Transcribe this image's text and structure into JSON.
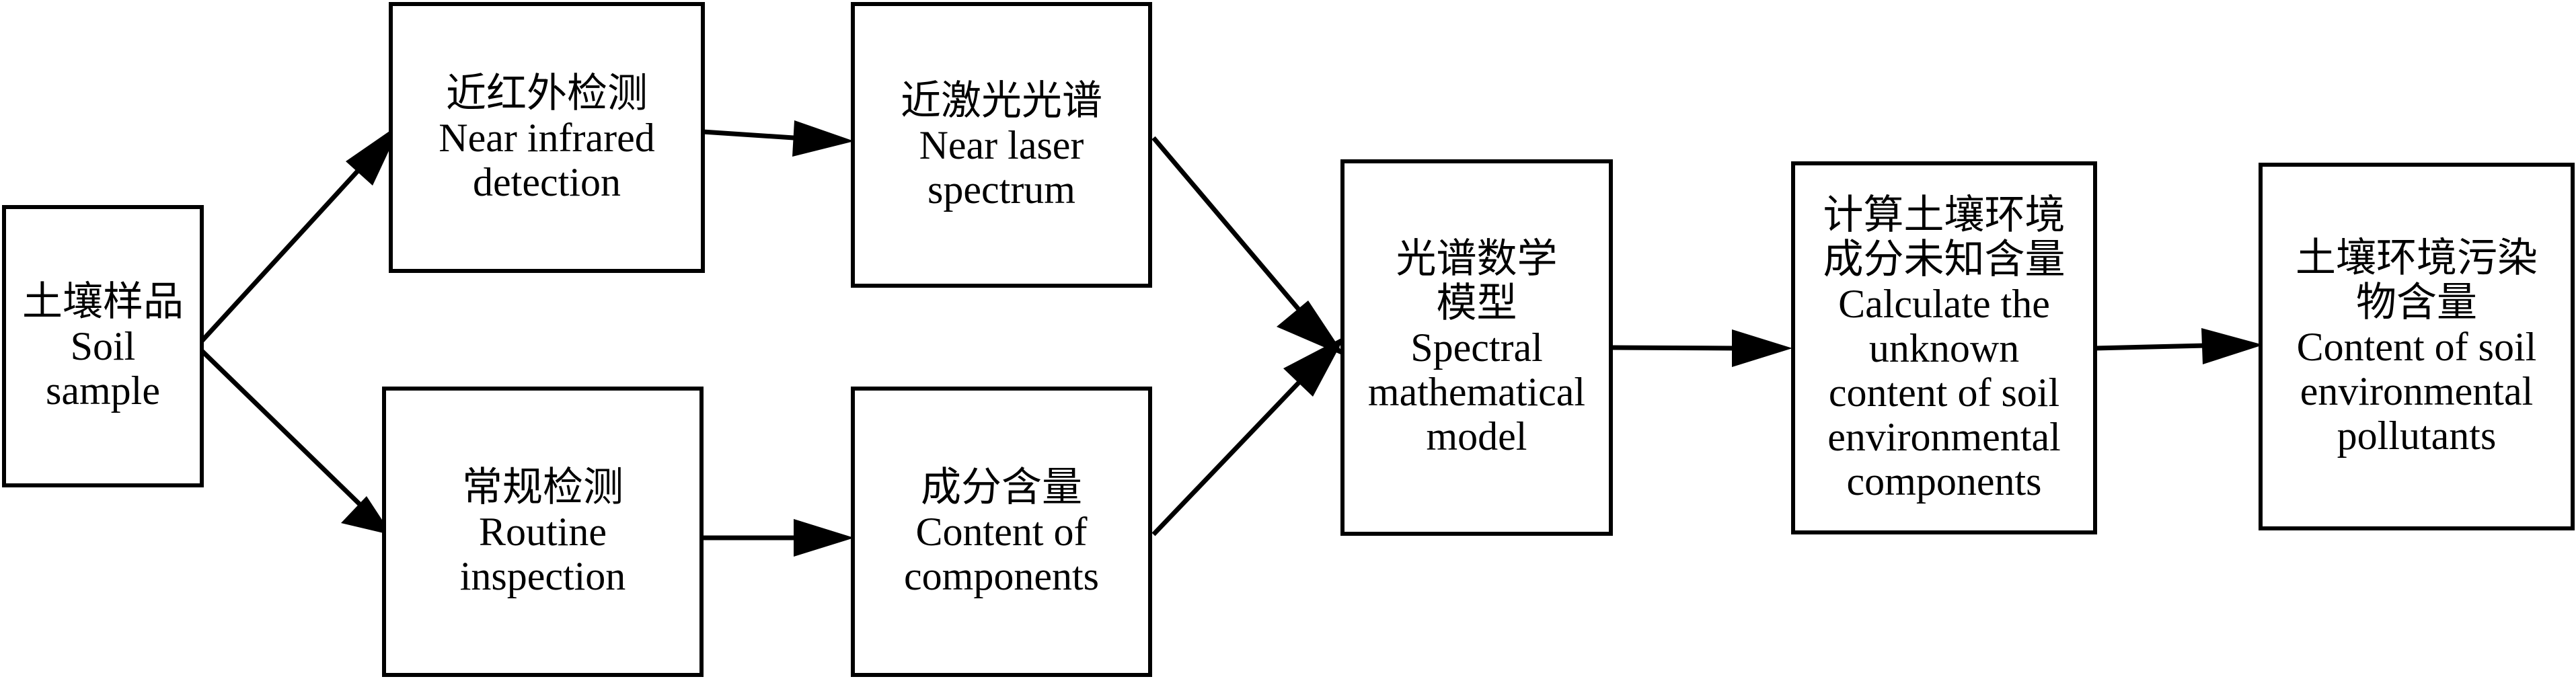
{
  "nodes": {
    "soil_sample": {
      "zh": "土壤样品",
      "en": [
        "Soil",
        "sample"
      ]
    },
    "near_infrared": {
      "zh": "近红外检测",
      "en": [
        "Near infrared",
        "detection"
      ]
    },
    "near_laser": {
      "zh": "近激光光谱",
      "en": [
        "Near laser",
        "spectrum"
      ]
    },
    "routine": {
      "zh": "常规检测",
      "en": [
        "Routine",
        "inspection"
      ]
    },
    "components": {
      "zh": "成分含量",
      "en": [
        "Content of",
        "components"
      ]
    },
    "spectral_model": {
      "zh": [
        "光谱数学",
        "模型"
      ],
      "en": [
        "Spectral",
        "mathematical",
        "model"
      ]
    },
    "calculate": {
      "zh": [
        "计算土壤环境",
        "成分未知含量"
      ],
      "en": [
        "Calculate the",
        "unknown",
        "content of soil",
        "environmental",
        "components"
      ]
    },
    "pollutants": {
      "zh": [
        "土壤环境污染",
        "物含量"
      ],
      "en": [
        "Content of soil",
        "environmental",
        "pollutants"
      ]
    }
  },
  "colors": {
    "stroke": "#000000",
    "background": "#ffffff"
  }
}
